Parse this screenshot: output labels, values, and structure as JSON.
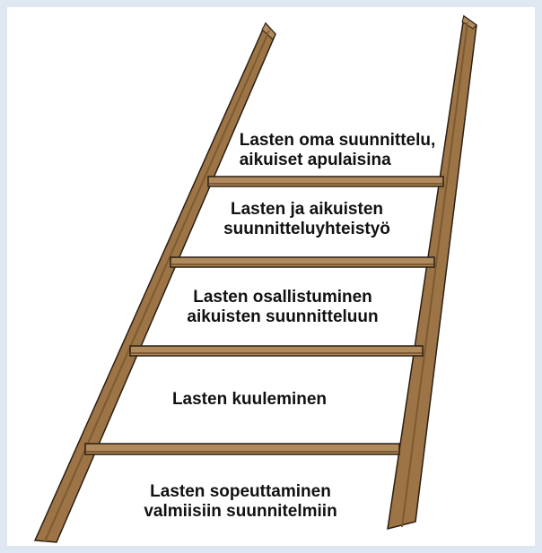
{
  "colors": {
    "background": "#dfe7f3",
    "panel": "#ffffff",
    "wood_light": "#b08a5c",
    "wood_mid": "#9c7445",
    "wood_dark": "#7d5a31",
    "outline": "#2b1e12",
    "text": "#111111"
  },
  "ladder": {
    "steps": [
      {
        "line1": "Lasten oma suunnittelu,",
        "line2": "aikuiset apulaisina"
      },
      {
        "line1": "Lasten ja aikuisten",
        "line2": "suunnitteluyhteistyö"
      },
      {
        "line1": "Lasten osallistuminen",
        "line2": "aikuisten suunnitteluun"
      },
      {
        "line1": "Lasten kuuleminen",
        "line2": ""
      },
      {
        "line1": "Lasten sopeuttaminen",
        "line2": "valmiisiin suunnitelmiin"
      }
    ]
  }
}
